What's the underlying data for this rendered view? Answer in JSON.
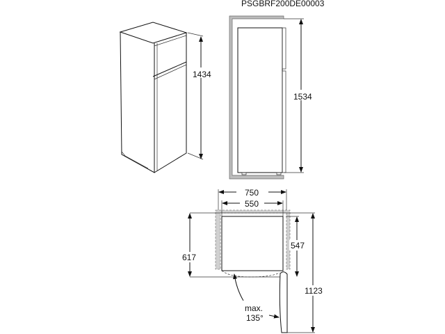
{
  "model_code": "PSGBRF200DE00003",
  "dimensions": {
    "appliance_height": "1434",
    "niche_height": "1534",
    "width_with_clearance": "750",
    "width": "550",
    "depth_with_clearance": "617",
    "depth": "547",
    "depth_door_open": "1123"
  },
  "door_angle": {
    "line1": "max.",
    "line2": "135°"
  },
  "colors": {
    "line": "#111111",
    "niche_frame": "#bdbdbd"
  }
}
